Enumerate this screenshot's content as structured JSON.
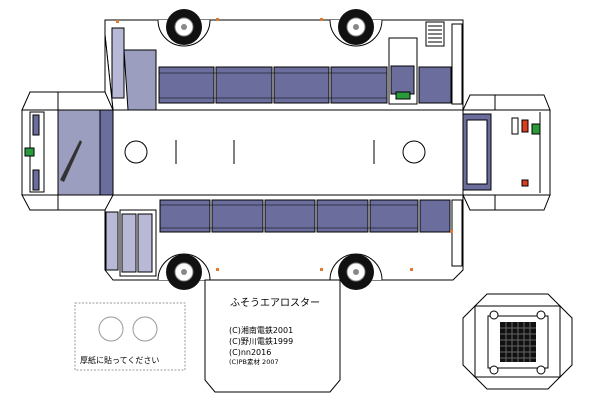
{
  "labels": {
    "title": "ふそうエアロスター",
    "credit1": "(C)湘南電鉄2001",
    "credit2": "(C)野川電鉄1999",
    "credit3": "(C)nn2016",
    "credit4": "(C)PB素材 2007",
    "instruction": "厚紙に貼ってください"
  },
  "colors": {
    "outline": "#000000",
    "body": "#ffffff",
    "window": "#6b6e9c",
    "window_light": "#b7b9d6",
    "grey": "#c8c8c8",
    "dest_sign": "#2a9a3a",
    "tail_light": "#d84020",
    "marker": "#e07830"
  }
}
